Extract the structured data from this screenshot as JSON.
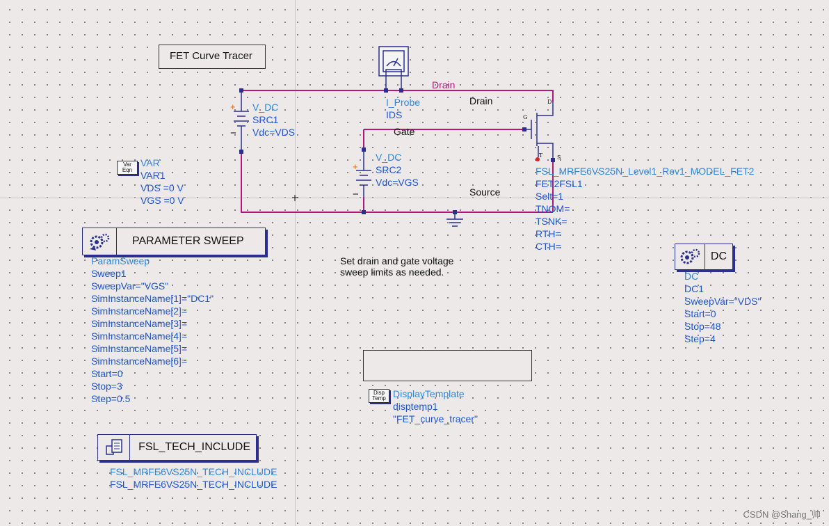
{
  "title_box": "FET Curve Tracer",
  "probe": {
    "type": "I_Probe",
    "name": "IDS"
  },
  "src1": {
    "type": "V_DC",
    "name": "SRC1",
    "param": "Vdc=VDS"
  },
  "src2": {
    "type": "V_DC",
    "name": "SRC2",
    "param": "Vdc=VGS"
  },
  "nets": {
    "drain_wire": "Drain",
    "drain": "Drain",
    "gate": "Gate",
    "source": "Source"
  },
  "var_block": {
    "icon_top": "Var",
    "icon_bottom": "Eqn",
    "type": "VAR",
    "name": "VAR1",
    "lines": [
      "VDS =0 V",
      "VGS =0 V"
    ]
  },
  "fet": {
    "pin_g": "G",
    "pin_d": "D",
    "pin_s": "S",
    "pin_t": "T",
    "model": "FSL_MRFE6VS25N_Level1_Rev1_MODEL_FET2",
    "lines": [
      "FET2FSL1",
      "Selt=1",
      "TNOM=",
      "TSNK=",
      "RTH=",
      "CTH="
    ]
  },
  "param_sweep": {
    "label": "PARAMETER SWEEP",
    "type": "ParamSweep",
    "lines": [
      "Sweep1",
      "SweepVar=\"VGS\"",
      "SimInstanceName[1]=\"DC1\"",
      "SimInstanceName[2]=",
      "SimInstanceName[3]=",
      "SimInstanceName[4]=",
      "SimInstanceName[5]=",
      "SimInstanceName[6]=",
      "Start=0",
      "Stop=3",
      "Step=0.5"
    ]
  },
  "note": [
    "Set drain and gate voltage",
    "sweep limits as needed."
  ],
  "dc": {
    "label": "DC",
    "type": "DC",
    "lines": [
      "DC1",
      "SweepVar=\"VDS\"",
      "Start=0",
      "Stop=48",
      "Step=4"
    ]
  },
  "disp": {
    "icon_top": "Disp",
    "icon_bottom": "Temp",
    "type": "DisplayTemplate",
    "lines": [
      "disptemp1",
      "\"FET_curve_tracer\""
    ]
  },
  "tech": {
    "label": "FSL_TECH_INCLUDE",
    "lines": [
      "FSL_MRFE6VS25N_TECH_INCLUDE",
      "FSL_MRFE6VS25N_TECH_INCLUDE"
    ]
  },
  "watermark": "CSDN @Shang_帅",
  "colors": {
    "wire": "#b0197a",
    "component": "#2a2f8f",
    "text_blue": "#1e55d6"
  }
}
